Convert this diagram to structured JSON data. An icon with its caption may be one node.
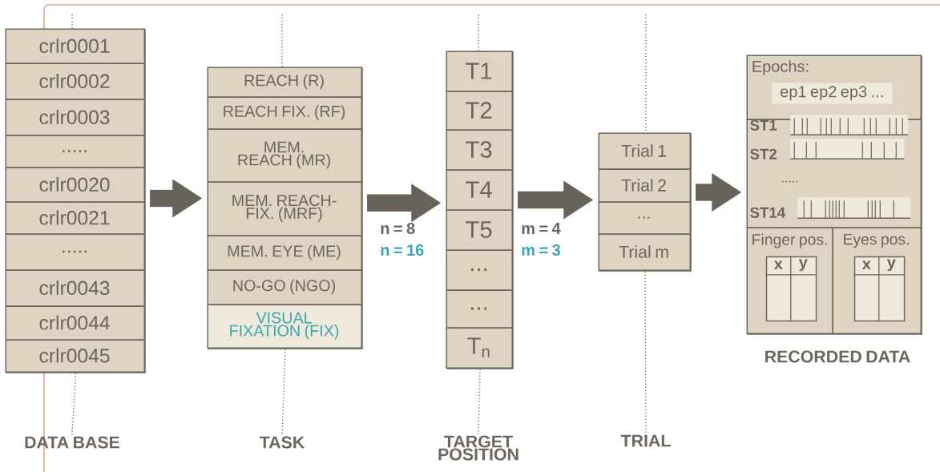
{
  "diagram": {
    "nodes": [
      {
        "text": [],
        "shape": "box"
      },
      {
        "text": [
          "crlr0001"
        ],
        "in": 0
      },
      {
        "text": [
          "crlr0002"
        ],
        "in": 0
      },
      {
        "text": [
          "crlr0003"
        ],
        "in": 0
      },
      {
        "text": [
          "....."
        ],
        "in": 0
      },
      {
        "text": [
          "crlr0020"
        ],
        "in": 0
      },
      {
        "text": [
          "crlr0021"
        ],
        "in": 0
      },
      {
        "text": [
          "....."
        ],
        "in": 0
      },
      {
        "text": [
          "crlr0043"
        ],
        "in": 0
      },
      {
        "text": [
          "crlr0044"
        ],
        "in": 0
      },
      {
        "text": [
          "crlr0045"
        ],
        "in": 0
      },
      {
        "text": [],
        "shape": "box"
      },
      {
        "text": [
          "REACH (R)"
        ],
        "in": 11
      },
      {
        "text": [
          "REACH FIX. (RF)"
        ],
        "in": 11
      },
      {
        "text": [
          "MEM. REACH (MR)"
        ],
        "in": 11
      },
      {
        "text": [
          "MEM. REACH-FIX. (MRF)"
        ],
        "in": 11
      },
      {
        "text": [
          "MEM. EYE (ME)"
        ],
        "in": 11
      },
      {
        "text": [
          "NO-GO (NGO)"
        ],
        "in": 11
      },
      {
        "text": [
          "VISUAL FIXATION (FIX)"
        ],
        "in": 11
      },
      {
        "text": [],
        "shape": "box"
      },
      {
        "text": [
          "T1"
        ],
        "in": 19
      },
      {
        "text": [
          "T2"
        ],
        "in": 19
      },
      {
        "text": [
          "T3"
        ],
        "in": 19
      },
      {
        "text": [
          "T4"
        ],
        "in": 19
      },
      {
        "text": [
          "T5"
        ],
        "in": 19
      },
      {
        "text": [
          "..."
        ],
        "in": 19
      },
      {
        "text": [
          "..."
        ],
        "in": 19
      },
      {
        "text": [
          "T$_{n}$"
        ],
        "in": 19
      },
      {
        "text": [],
        "shape": "box"
      },
      {
        "text": [
          "Trial 1"
        ],
        "in": 28
      },
      {
        "text": [
          "Trial 2"
        ],
        "in": 28
      },
      {
        "text": [
          "..."
        ],
        "in": 28
      },
      {
        "text": [
          "Trial m"
        ],
        "in": 28
      },
      {
        "text": [],
        "shape": "box"
      },
      {
        "text": [
          "Epochs:"
        ],
        "in": 33
      },
      {
        "text": [
          "ep1 ep2 ep3 ..."
        ],
        "in": 34
      },
      {
        "text": [
          "....."
        ],
        "in": 33
      },
      {
        "text": [
          "ST1"
        ],
        "in": 36
      },
      {
        "text": [
          "ST2"
        ],
        "in": 36
      },
      {
        "text": [
          "ST14"
        ],
        "in": 36
      },
      {
        "text": [
          "Finger pos."
        ],
        "in": 33
      },
      {
        "text": [
          "x",
          "y"
        ],
        "in": 40
      },
      {
        "text": [
          "Eyes pos."
        ],
        "in": 33
      },
      {
        "text": [
          "x",
          "y"
        ],
        "in": 42
      },
      {
        "text": [
          "DATA BASE"
        ]
      },
      {
        "text": [
          "TASK"
        ]
      },
      {
        "text": [
          "TARGET POSITION"
        ]
      },
      {
        "text": [
          "TRIAL"
        ]
      }
    ],
    "edges": [
      {
        "from": 0,
        "to": 11,
        "arrow": "to",
        "style": "thick"
      },
      {
        "from": 11,
        "to": 19,
        "arrow": "to",
        "style": "thick"
      },
      {
        "from": 19,
        "to": 28,
        "arrow": "to",
        "style": "thick"
      },
      {
        "from": 28,
        "to": 33,
        "arrow": "to",
        "style": "thick"
      },
      {
        "from": 0,
        "to": 44,
        "arrow": "none",
        "style": "dashed"
      },
      {
        "from": 11,
        "to": 45,
        "arrow": "none",
        "style": "dashed"
      },
      {
        "from": 19,
        "to": 46,
        "arrow": "none",
        "style": "dashed"
      },
      {
        "from": 28,
        "to": 47,
        "arrow": "none",
        "style": "dashed"
      }
    ],
    "labels": [
      "n = 8",
      "n = 16",
      "m = 4",
      "m = 3",
      "RECORDED DATA"
    ]
  }
}
